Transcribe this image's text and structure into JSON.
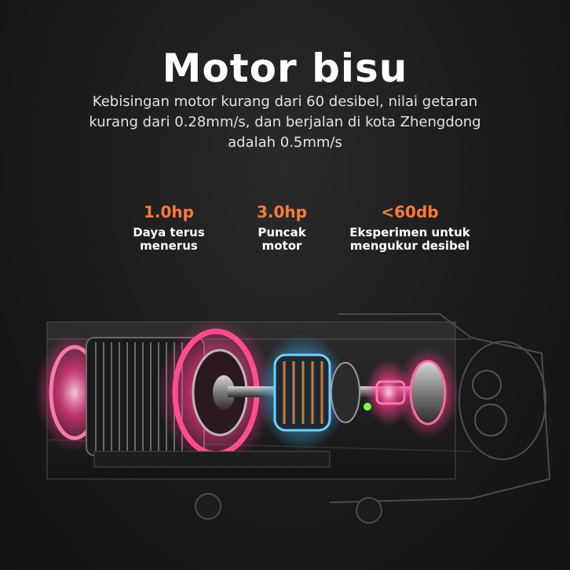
{
  "headline": "Motor bisu",
  "description": "Kebisingan motor kurang dari 60 desibel, nilai getaran kurang dari 0.28mm/s, dan berjalan di kota Zhengdong adalah 0.5mm/s",
  "specs": [
    {
      "value": "1.0hp",
      "label": "Daya terus\nmenerus"
    },
    {
      "value": "3.0hp",
      "label": "Puncak\nmotor"
    },
    {
      "value": "<60db",
      "label": "Eksperimen untuk\nmengukur desibel"
    }
  ],
  "colors": {
    "accent": "#ff7a3a",
    "background": "#1c1c1e",
    "text": "#ffffff",
    "glow_pink": "#ff3b8a",
    "glow_blue": "#3fb7ff"
  }
}
